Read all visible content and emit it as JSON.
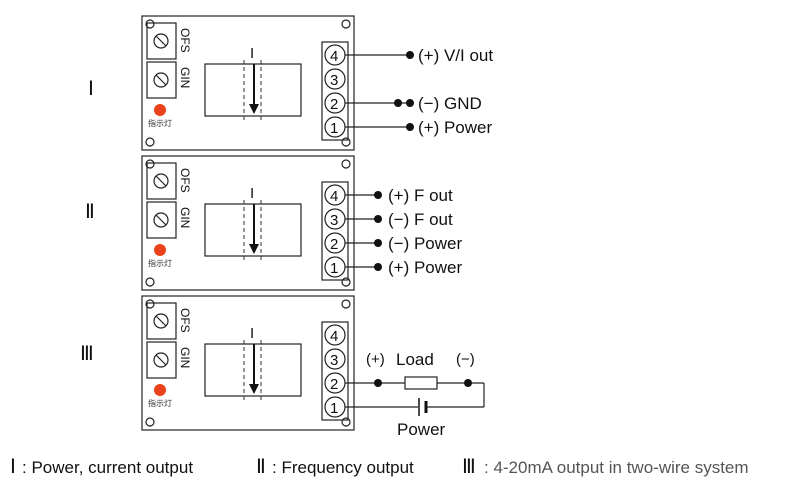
{
  "modules": [
    {
      "id": "I",
      "roman": "Ⅰ",
      "vlabels": [
        "OFS",
        "GIN"
      ],
      "indicator": "指示灯",
      "sensor_mark": "I",
      "terminals": [
        "4",
        "3",
        "2",
        "1"
      ],
      "outputs": [
        {
          "terminal": "4",
          "label": "(+) V/I out"
        },
        {
          "terminal": "2",
          "label": "(−) GND"
        },
        {
          "terminal": "1",
          "label": "(+) Power"
        }
      ]
    },
    {
      "id": "II",
      "roman": "Ⅱ",
      "vlabels": [
        "OFS",
        "GIN"
      ],
      "indicator": "指示灯",
      "sensor_mark": "I",
      "terminals": [
        "4",
        "3",
        "2",
        "1"
      ],
      "outputs": [
        {
          "terminal": "4",
          "label": "(+) F  out"
        },
        {
          "terminal": "3",
          "label": "(−) F  out"
        },
        {
          "terminal": "2",
          "label": "(−) Power"
        },
        {
          "terminal": "1",
          "label": "(+) Power"
        }
      ]
    },
    {
      "id": "III",
      "roman": "Ⅲ",
      "vlabels": [
        "OFS",
        "GIN"
      ],
      "indicator": "指示灯",
      "sensor_mark": "I",
      "terminals": [
        "4",
        "3",
        "2",
        "1"
      ],
      "load_plus": "(+)",
      "load_text": "Load",
      "load_minus": "(−)",
      "power_label": "Power"
    }
  ],
  "captions": [
    {
      "roman": "Ⅰ",
      "text": ": Power, current output"
    },
    {
      "roman": "Ⅱ",
      "text": ": Frequency output"
    },
    {
      "roman": "Ⅲ",
      "text": ": 4-20mA output in two-wire system"
    }
  ],
  "colors": {
    "led": "#e8431a",
    "line": "#222222"
  }
}
